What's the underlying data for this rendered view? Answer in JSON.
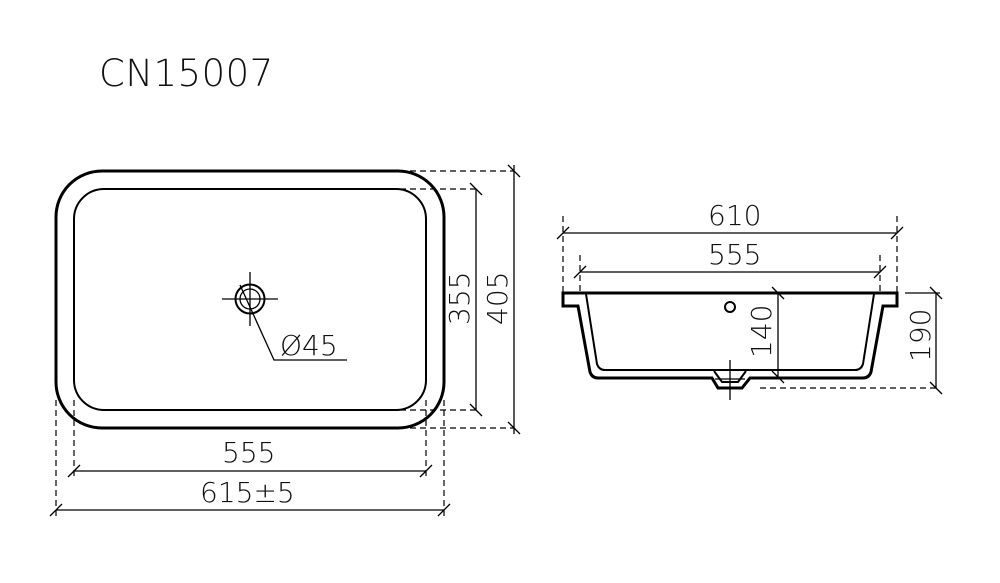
{
  "title": {
    "model_code": "CN15007"
  },
  "top_view": {
    "drain_diameter_label": "Ø45",
    "inner_height_label": "355",
    "outer_height_label": "405",
    "inner_width_label": "555",
    "outer_width_label": "615±5"
  },
  "side_view": {
    "overall_width_label": "610",
    "inner_width_label": "555",
    "bowl_depth_label": "140",
    "total_height_label": "190"
  },
  "colors": {
    "line": "#000000",
    "background": "#ffffff"
  }
}
